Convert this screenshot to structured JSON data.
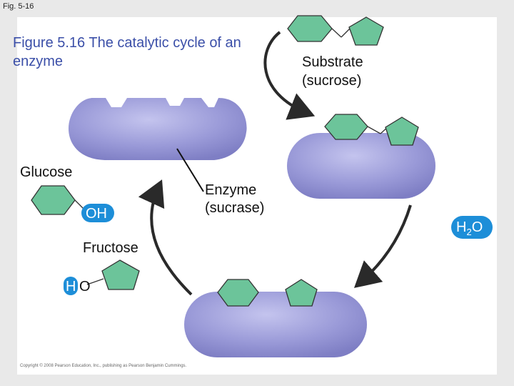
{
  "fig_label": "Fig. 5-16",
  "title": "Figure 5.16 The catalytic cycle of an enzyme",
  "labels": {
    "substrate": "Substrate",
    "substrate_detail": "(sucrose)",
    "enzyme": "Enzyme",
    "enzyme_detail": "(sucrase)",
    "glucose": "Glucose",
    "fructose": "Fructose",
    "oh": "OH",
    "h": "H",
    "o": "O",
    "water_h": "H",
    "water_sub": "2",
    "water_o": "O"
  },
  "copyright": "Copyright © 2008 Pearson Education, Inc., publishing as Pearson Benjamin Cummings.",
  "colors": {
    "enzyme_fill": "#9a9ad8",
    "enzyme_highlight": "#c4c4ee",
    "sugar_fill": "#6cc49a",
    "sugar_stroke": "#333333",
    "water_blue": "#1d8ed8",
    "arrow": "#2a2a2a",
    "title": "#3b4fa8"
  }
}
